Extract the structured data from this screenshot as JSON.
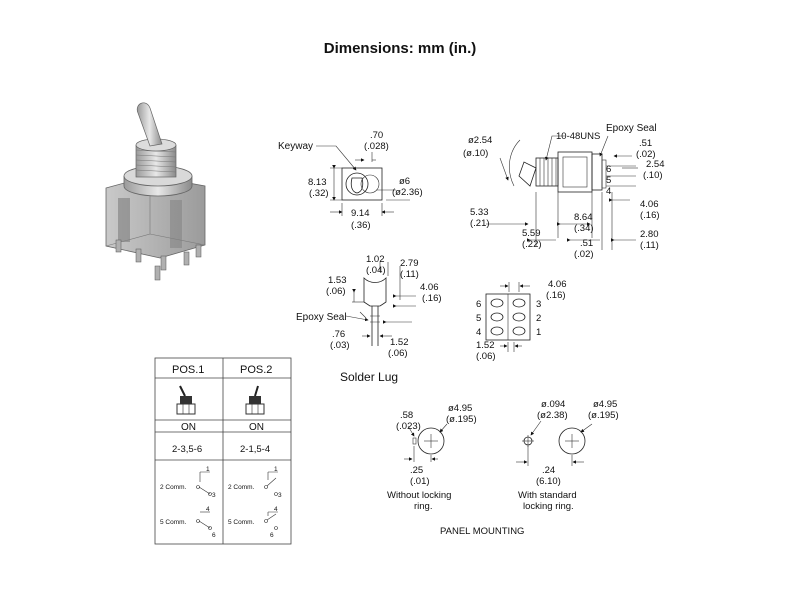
{
  "title": "Dimensions: mm (in.)",
  "front_view": {
    "keyway": "Keyway",
    "d070_mm": ".70",
    "d070_in": "(.028)",
    "d813_mm": "8.13",
    "d813_in": "(.32)",
    "d6_mm": "ø6",
    "d6_in": "(ø2.36)",
    "d914_mm": "9.14",
    "d914_in": "(.36)"
  },
  "side_view": {
    "d254_mm": "ø2.54",
    "d254_in": "(ø.10)",
    "thread": "10-48UNS",
    "epoxy": "Epoxy Seal",
    "d051a_mm": ".51",
    "d051a_in": "(.02)",
    "d254b_mm": "2.54",
    "d254b_in": "(.10)",
    "pin6": "6",
    "pin5": "5",
    "pin4": "4",
    "d406_mm": "4.06",
    "d406_in": "(.16)",
    "d533_mm": "5.33",
    "d533_in": "(.21)",
    "d864_mm": "8.64",
    "d864_in": "(.34)",
    "d559_mm": "5.59",
    "d559_in": "(.22)",
    "d051b_mm": ".51",
    "d051b_in": "(.02)",
    "d280_mm": "2.80",
    "d280_in": "(.11)"
  },
  "solder_lug": {
    "d102_mm": "1.02",
    "d102_in": "(.04)",
    "d279_mm": "2.79",
    "d279_in": "(.11)",
    "d153_mm": "1.53",
    "d153_in": "(.06)",
    "d406_mm": "4.06",
    "d406_in": "(.16)",
    "epoxy": "Epoxy Seal",
    "d076_mm": ".76",
    "d076_in": "(.03)",
    "d152_mm": "1.52",
    "d152_in": "(.06)",
    "caption": "Solder Lug"
  },
  "terminal_view": {
    "d406_mm": "4.06",
    "d406_in": "(.16)",
    "left_pins": [
      "6",
      "5",
      "4"
    ],
    "right_pins": [
      "3",
      "2",
      "1"
    ],
    "d152_mm": "1.52",
    "d152_in": "(.06)"
  },
  "positions_table": {
    "headers": [
      "POS.1",
      "POS.2"
    ],
    "states": [
      "ON",
      "ON"
    ],
    "connections": [
      "2-3,5-6",
      "2-1,5-4"
    ],
    "comm2": "2 Comm.",
    "comm5": "5 Comm.",
    "pin1": "1",
    "pin3": "3",
    "pin4": "4",
    "pin6": "6"
  },
  "panel_mounting": {
    "left": {
      "d058_mm": ".58",
      "d058_in": "(.023)",
      "d495_mm": "ø4.95",
      "d495_in": "(ø.195)",
      "d025_mm": ".25",
      "d025_in": "(.01)",
      "caption1": "Without locking",
      "caption2": "ring."
    },
    "right": {
      "d094_mm": "ø.094",
      "d094_in": "(ø2.38)",
      "d495_mm": "ø4.95",
      "d495_in": "(ø.195)",
      "d024_mm": ".24",
      "d024_in": "(6.10)",
      "caption1": "With standard",
      "caption2": "locking ring."
    },
    "caption": "PANEL MOUNTING"
  }
}
